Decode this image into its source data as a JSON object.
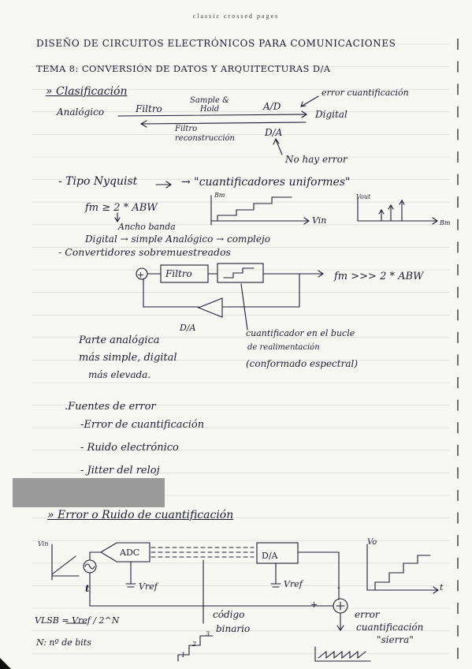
{
  "header": {
    "text": "classic crossed pages"
  },
  "title": "DISEÑO DE CIRCUITOS ELECTRÓNICOS PARA COMUNICACIONES",
  "subtitle": "TEMA 8: CONVERSIÓN DE DATOS Y ARQUITECTURAS D/A",
  "section1": {
    "heading": "» Clasificación",
    "analogico": "Analógico",
    "digital": "Digital",
    "filtro": "Filtro",
    "sample_hold": "Sample & Hold",
    "ad": "A/D",
    "error_cuant": "error cuantificación",
    "filtro_reconstruccion": "Filtro reconstrucción",
    "da": "D/A",
    "no_hay_error": "No hay error"
  },
  "nyquist": {
    "tipo": "- Tipo Nyquist",
    "cuantificadores": "→ \"cuantificadores uniformes\"",
    "formula": "fm ≥ 2 * ABW",
    "ancho_banda": "Ancho banda",
    "bm": "Bm",
    "vin": "Vin",
    "vout": "Vout",
    "bm2": "Bm",
    "digital_simple": "Digital → simple   Analógico → complejo"
  },
  "sobremuestreados": {
    "heading": "- Convertidores sobremuestreados",
    "plus": "+",
    "filtro": "Filtro",
    "fm": "fm >>> 2 * ABW",
    "da": "D/A",
    "cuantificador": "cuantificador en el bucle",
    "realimentacion": "de realimentación",
    "conformado": "(conformado espectral)",
    "parte1": "Parte analógica",
    "parte2": "más simple, digital",
    "parte3": "más elevada."
  },
  "fuentes": {
    "heading": ".Fuentes de error",
    "item1": "-Error de cuantificación",
    "item2": "- Ruido electrónico",
    "item3": "- Jitter del reloj"
  },
  "ruido": {
    "heading": "» Error o Ruido de cuantificación",
    "vin": "Vin",
    "adc": "ADC",
    "da": "D/A",
    "vo": "Vo",
    "t1": "t",
    "t2": "t",
    "vref1": "Vref",
    "vref2": "Vref",
    "vlsb": "VLSB = Vref / 2^N",
    "n_bits": "N: nº de bits",
    "codigo": "código",
    "binario": "binario",
    "error": "error",
    "cuant": "cuantificación",
    "sierra": "\"sierra\"",
    "step1": "1",
    "step2": "2",
    "step3": "3",
    "minus": "-",
    "plus": "+"
  },
  "colors": {
    "paper": "#f7f7f3",
    "ink": "#1c1c30",
    "rule": "#cfcfcf"
  }
}
